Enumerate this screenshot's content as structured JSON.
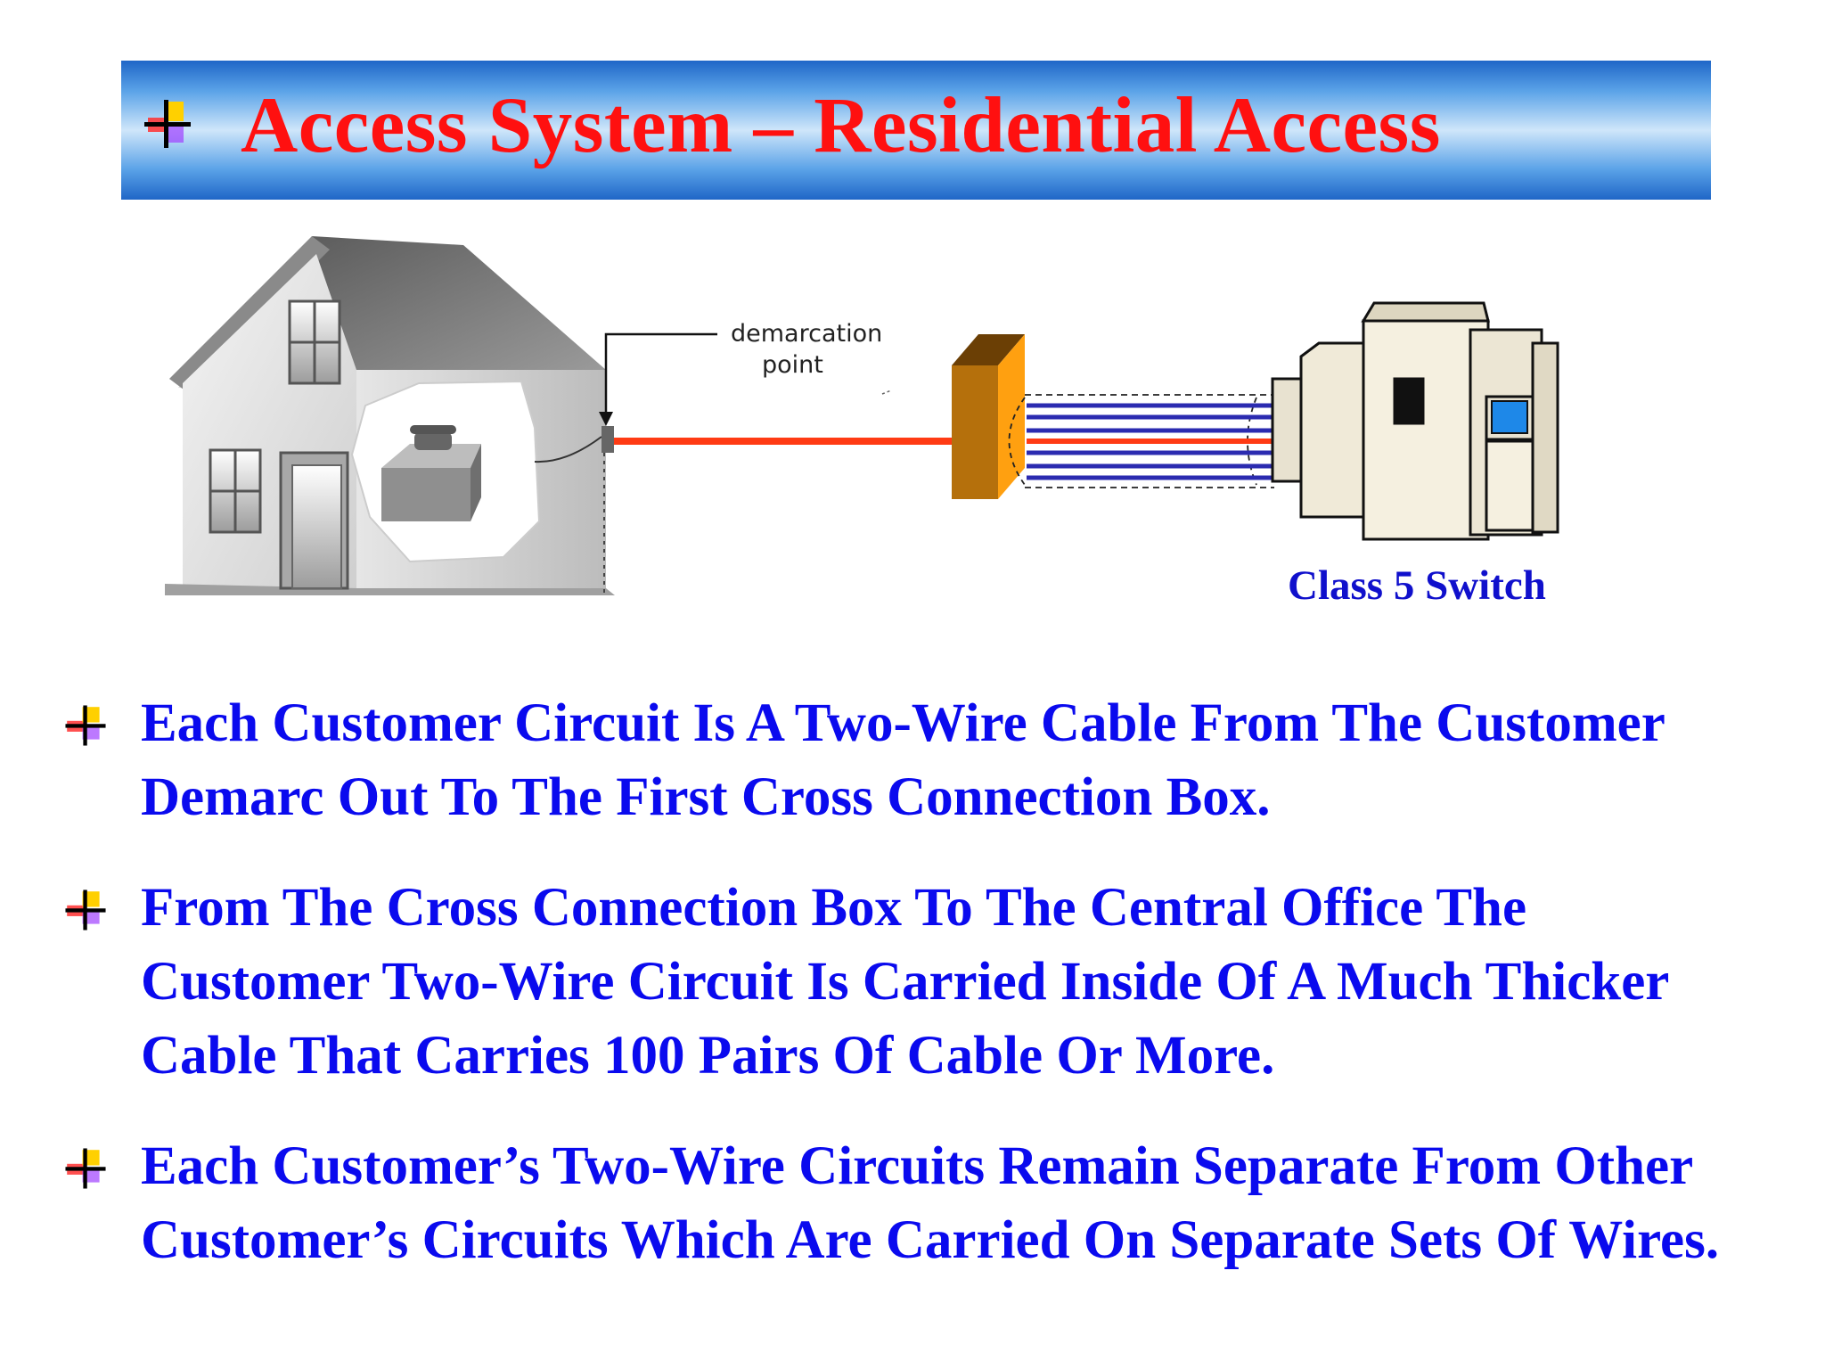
{
  "slide": {
    "title": "Access System – Residential Access",
    "title_color": "#ff1010",
    "body_color": "#0a0aee",
    "title_bar_colors": [
      "#1f66c7",
      "#cfe6fa"
    ],
    "bullet_icon": "cross-bullet-icon"
  },
  "diagram": {
    "demarcation_label_line1": "demarcation",
    "demarcation_label_line2": "point",
    "switch_label": "Class 5 Switch",
    "wire_color": "#ff3b14",
    "cable_pair_color": "#2b2bb0",
    "box_color": "#b8700f"
  },
  "bullets": [
    {
      "text": "Each Customer Circuit Is A Two-Wire Cable From The Customer Demarc Out To The First Cross Connection Box."
    },
    {
      "text": "From The Cross Connection Box To The Central Office The Customer Two-Wire Circuit Is Carried Inside Of A Much Thicker Cable That Carries 100 Pairs Of Cable Or More."
    },
    {
      "text": "Each Customer’s Two-Wire Circuits Remain Separate From Other Customer’s Circuits Which Are Carried On Separate Sets Of Wires."
    }
  ]
}
